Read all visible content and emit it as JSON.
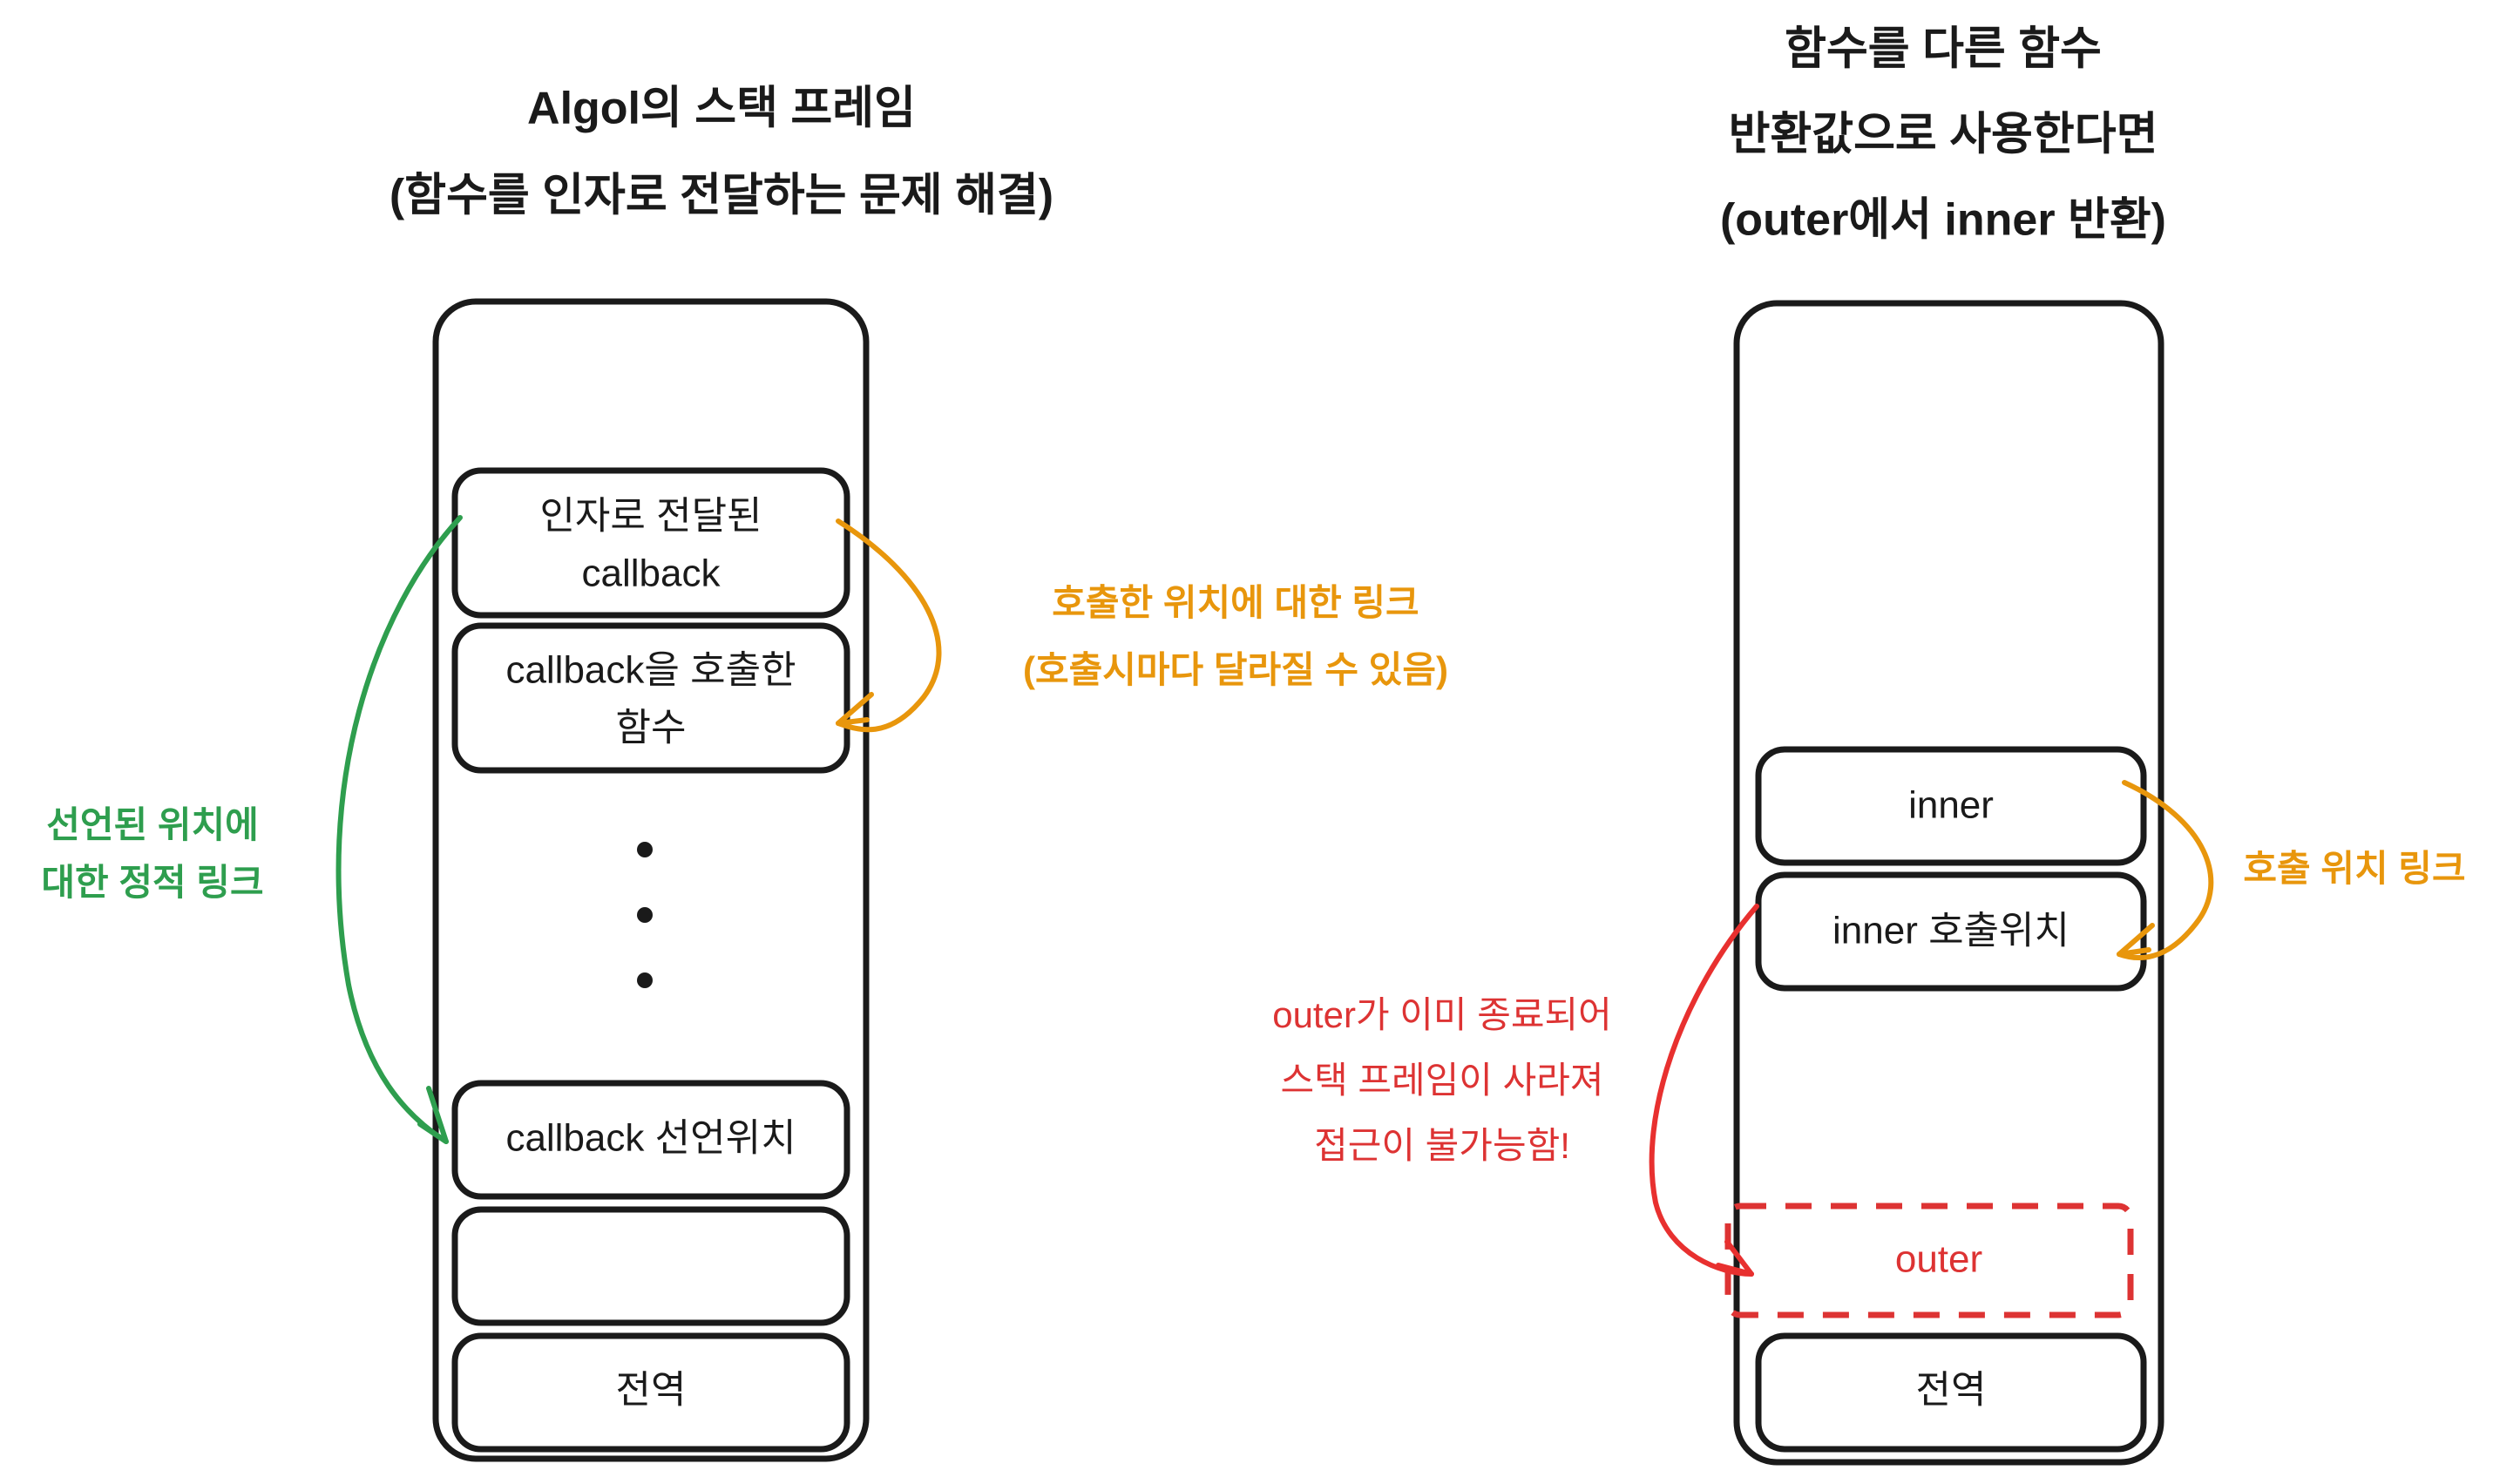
{
  "diagram": {
    "background_color": "#ffffff",
    "colors": {
      "stroke": "#1a1a1a",
      "green": "#2e9e4e",
      "orange": "#e8960c",
      "red": "#dd3333"
    }
  },
  "left_panel": {
    "title_line1": "Algol의 스택 프레임",
    "title_line2": "(함수를 인자로 전달하는 문제 해결)",
    "slots": [
      {
        "label_line1": "인자로 전달된",
        "label_line2": "callback"
      },
      {
        "label_line1": "callback을 호출한",
        "label_line2": "함수"
      },
      {
        "label_line1": "callback 선언위치",
        "label_line2": ""
      },
      {
        "label_line1": "",
        "label_line2": ""
      },
      {
        "label_line1": "전역",
        "label_line2": ""
      }
    ],
    "ellipsis": "•",
    "annotations": {
      "green_line1": "선언된 위치에",
      "green_line2": "대한 정적 링크",
      "orange_line1": "호출한 위치에 대한 링크",
      "orange_line2": "(호출시마다 달라질 수 있음)"
    }
  },
  "right_panel": {
    "title_line1": "함수를 다른 함수",
    "title_line2": "반환값으로 사용한다면",
    "title_line3": "(outer에서 inner 반환)",
    "slots": [
      {
        "label_line1": "inner",
        "label_line2": ""
      },
      {
        "label_line1": "inner 호출위치",
        "label_line2": ""
      },
      {
        "label_line1": "outer",
        "label_line2": ""
      },
      {
        "label_line1": "전역",
        "label_line2": ""
      }
    ],
    "annotations": {
      "orange_line1": "호출 위치 링크",
      "red_line1": "outer가 이미 종료되어",
      "red_line2": "스택 프레임이 사라져",
      "red_line3": "접근이 불가능함!"
    }
  }
}
